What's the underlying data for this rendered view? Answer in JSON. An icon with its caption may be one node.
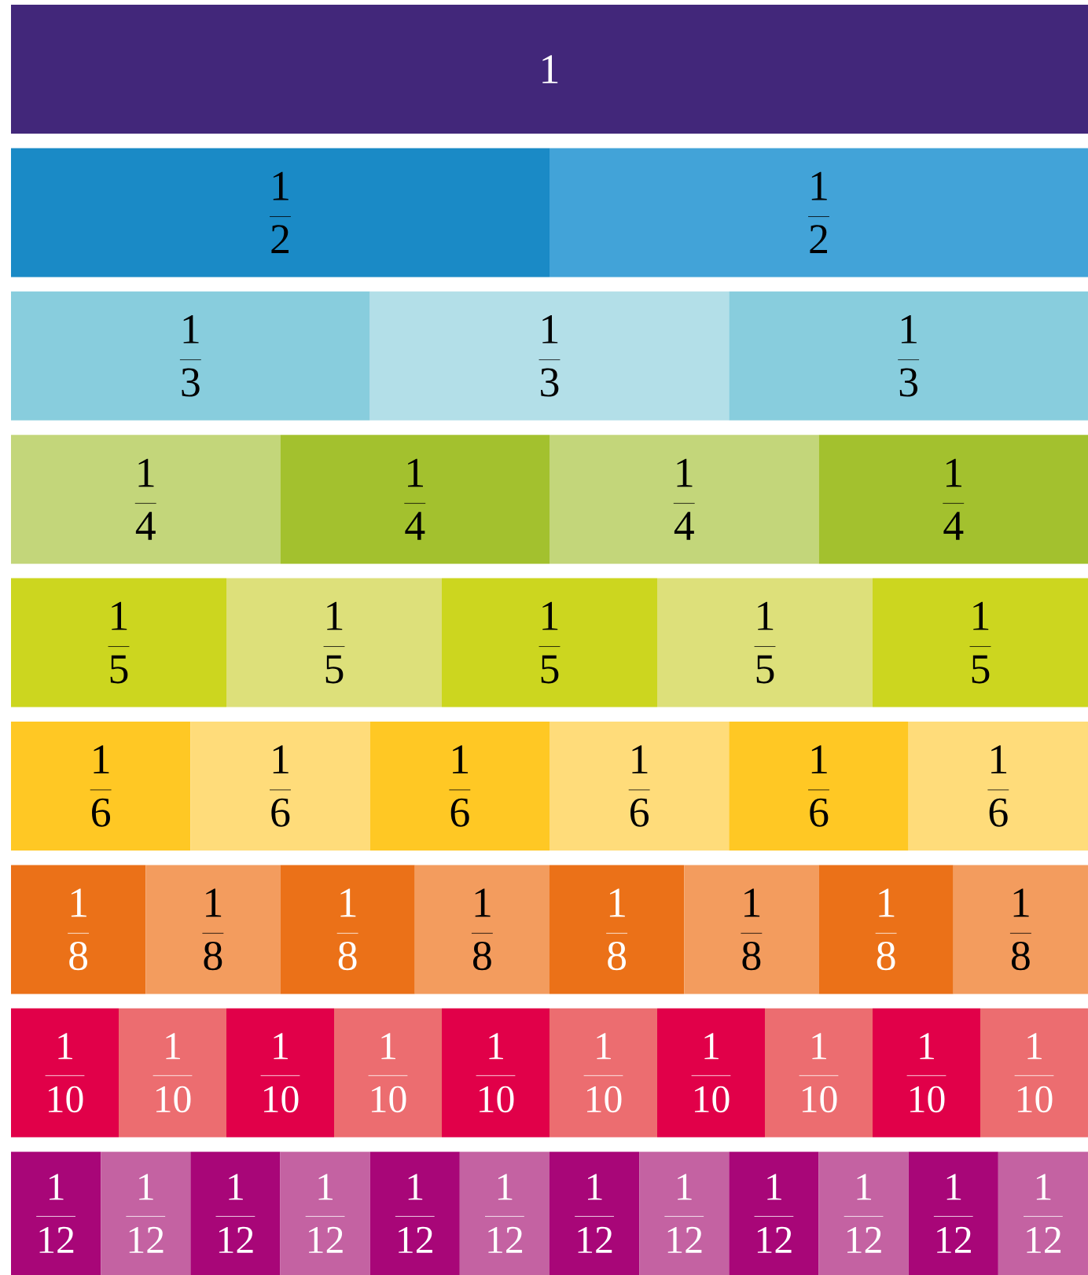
{
  "diagram": {
    "nodes": [
      {
        "text": [
          "1"
        ]
      },
      {
        "text": [
          "\\frac{1}{2}"
        ]
      },
      {
        "text": [
          "\\frac{1}{2}"
        ]
      },
      {
        "text": [
          "\\frac{1}{3}"
        ]
      },
      {
        "text": [
          "\\frac{1}{3}"
        ]
      },
      {
        "text": [
          "\\frac{1}{3}"
        ]
      },
      {
        "text": [
          "\\frac{1}{4}"
        ]
      },
      {
        "text": [
          "\\frac{1}{4}"
        ]
      },
      {
        "text": [
          "\\frac{1}{4}"
        ]
      },
      {
        "text": [
          "\\frac{1}{4}"
        ]
      },
      {
        "text": [
          "\\frac{1}{5}"
        ]
      },
      {
        "text": [
          "\\frac{1}{5}"
        ]
      },
      {
        "text": [
          "\\frac{1}{5}"
        ]
      },
      {
        "text": [
          "\\frac{1}{5}"
        ]
      },
      {
        "text": [
          "\\frac{1}{5}"
        ]
      },
      {
        "text": [
          "\\frac{1}{6}"
        ]
      },
      {
        "text": [
          "\\frac{1}{6}"
        ]
      },
      {
        "text": [
          "\\frac{1}{6}"
        ]
      },
      {
        "text": [
          "\\frac{1}{6}"
        ]
      },
      {
        "text": [
          "\\frac{1}{6}"
        ]
      },
      {
        "text": [
          "\\frac{1}{6}"
        ]
      },
      {
        "text": [
          "\\frac{1}{8}"
        ]
      },
      {
        "text": [
          "\\frac{1}{8}"
        ]
      },
      {
        "text": [
          "\\frac{1}{8}"
        ]
      },
      {
        "text": [
          "\\frac{1}{8}"
        ]
      },
      {
        "text": [
          "\\frac{1}{8}"
        ]
      },
      {
        "text": [
          "\\frac{1}{8}"
        ]
      },
      {
        "text": [
          "\\frac{1}{8}"
        ]
      },
      {
        "text": [
          "\\frac{1}{8}"
        ]
      },
      {
        "text": [
          "\\frac{1}{10}"
        ]
      },
      {
        "text": [
          "\\frac{1}{10}"
        ]
      },
      {
        "text": [
          "\\frac{1}{10}"
        ]
      },
      {
        "text": [
          "\\frac{1}{10}"
        ]
      },
      {
        "text": [
          "\\frac{1}{10}"
        ]
      },
      {
        "text": [
          "\\frac{1}{10}"
        ]
      },
      {
        "text": [
          "\\frac{1}{10}"
        ]
      },
      {
        "text": [
          "\\frac{1}{10}"
        ]
      },
      {
        "text": [
          "\\frac{1}{10}"
        ]
      },
      {
        "text": [
          "\\frac{1}{10}"
        ]
      },
      {
        "text": [
          "\\frac{1}{12}"
        ]
      },
      {
        "text": [
          "\\frac{1}{12}"
        ]
      },
      {
        "text": [
          "\\frac{1}{12}"
        ]
      },
      {
        "text": [
          "\\frac{1}{12}"
        ]
      },
      {
        "text": [
          "\\frac{1}{12}"
        ]
      },
      {
        "text": [
          "\\frac{1}{12}"
        ]
      },
      {
        "text": [
          "\\frac{1}{12}"
        ]
      },
      {
        "text": [
          "\\frac{1}{12}"
        ]
      },
      {
        "text": [
          "\\frac{1}{12}"
        ]
      },
      {
        "text": [
          "\\frac{1}{12}"
        ]
      },
      {
        "text": [
          "\\frac{1}{12}"
        ]
      },
      {
        "text": [
          "\\frac{1}{12}"
        ]
      }
    ]
  }
}
